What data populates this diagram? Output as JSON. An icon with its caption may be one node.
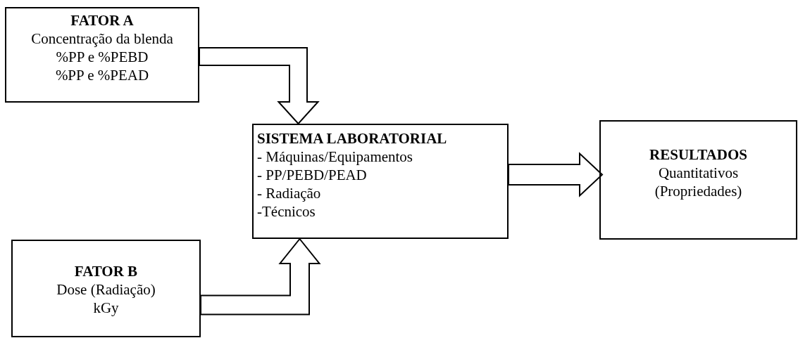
{
  "diagram": {
    "nodes": [
      {
        "text": [
          "FATOR A",
          "Concentração da blenda",
          "%PP e %PEBD",
          "%PP e %PEAD"
        ]
      },
      {
        "text": [
          "SISTEMA LABORATORIAL",
          "- Máquinas/Equipamentos",
          "- PP/PEBD/PEAD",
          "- Radiação",
          "-Técnicos"
        ]
      },
      {
        "text": [
          "RESULTADOS",
          "Quantitativos",
          "(Propriedades)"
        ]
      },
      {
        "text": [
          "FATOR B",
          "Dose (Radiação)",
          "kGy"
        ]
      }
    ],
    "edges": [
      {
        "from": 0,
        "to": 1,
        "arrow": "to"
      },
      {
        "from": 3,
        "to": 1,
        "arrow": "to"
      },
      {
        "from": 1,
        "to": 2,
        "arrow": "to"
      }
    ]
  }
}
